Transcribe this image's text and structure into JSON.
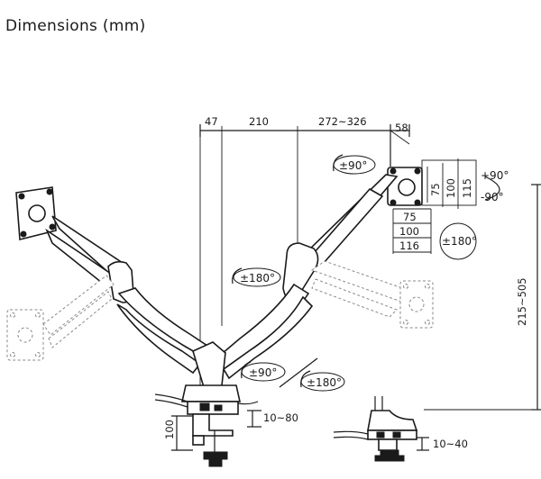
{
  "title": "Dimensions (mm)",
  "dimensions": {
    "d47": "47",
    "d210": "210",
    "d272": "272~326",
    "d58": "58",
    "vesa75v": "75",
    "vesa100v": "100",
    "vesa115v": "115",
    "vesa75h": "75",
    "vesa100h": "100",
    "vesa116h": "116",
    "height": "215~505",
    "clamp_height": "100",
    "clamp_range": "10~80",
    "grommet_range": "10~40"
  },
  "rotations": {
    "tilt_up": "+90°",
    "tilt_down": "-90°",
    "head_swivel": "±90°",
    "screen_rotation": "±180°",
    "elbow_rotation": "±180°",
    "base_swivel": "±90°",
    "base_rotation": "±180°"
  }
}
